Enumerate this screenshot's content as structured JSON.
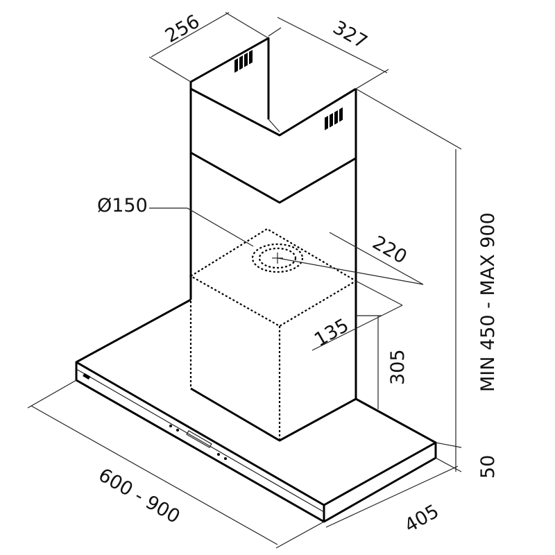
{
  "title": "Range hood dimension drawing",
  "dimensions": {
    "chimney_width": "256",
    "chimney_depth": "327",
    "height_range": "MIN 450 - MAX 900",
    "outlet_diameter": "Ø150",
    "outlet_offset_depth": "220",
    "outlet_offset_side": "135",
    "motor_height": "305",
    "canopy_thickness": "50",
    "width_range": "600 - 900",
    "canopy_depth": "405"
  }
}
